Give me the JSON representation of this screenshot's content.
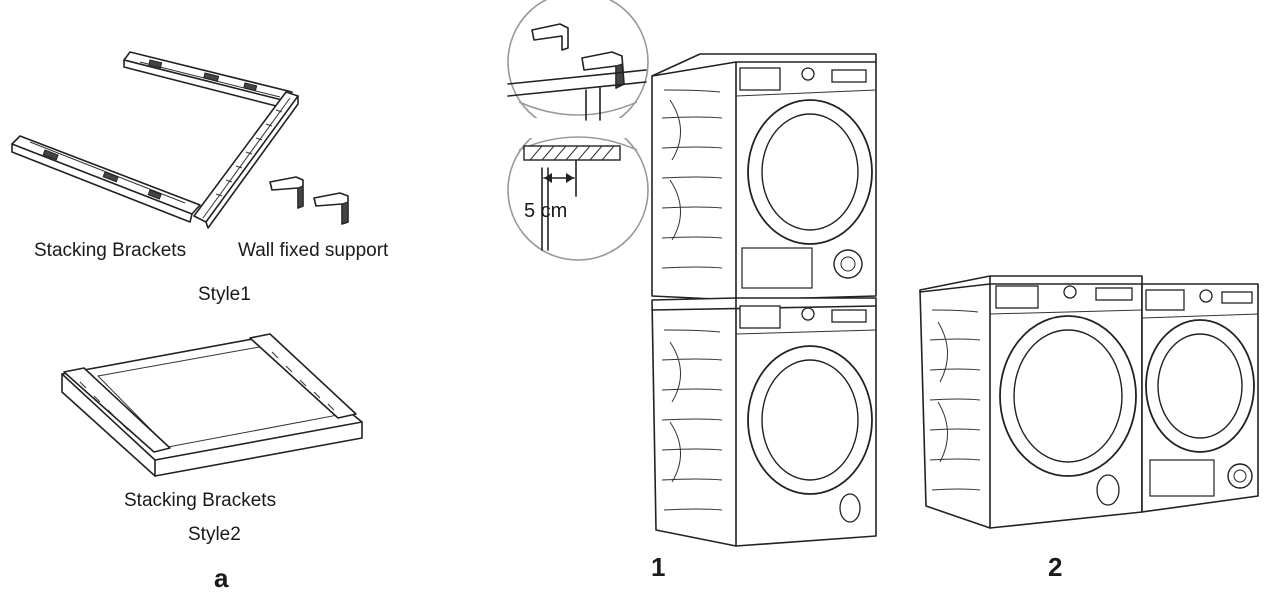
{
  "labels": {
    "stacking_brackets_1": "Stacking Brackets",
    "wall_fixed_support": "Wall fixed support",
    "style1": "Style1",
    "stacking_brackets_2": "Stacking Brackets",
    "style2": "Style2",
    "fig_a": "a",
    "fig_1": "1",
    "fig_2": "2",
    "distance": "5 cm"
  }
}
